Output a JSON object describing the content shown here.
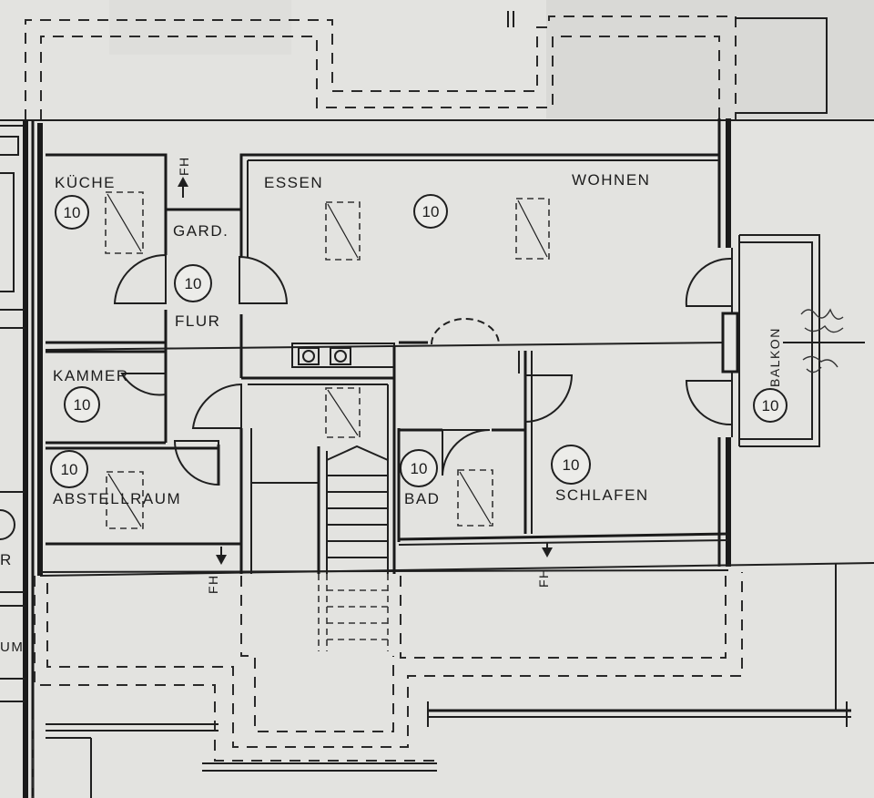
{
  "rooms": {
    "kueche": {
      "label": "KÜCHE",
      "number": "10"
    },
    "gard": {
      "label": "GARD."
    },
    "essen": {
      "label": "ESSEN"
    },
    "wohnen": {
      "label": "WOHNEN",
      "number": "10"
    },
    "flur": {
      "label": "FLUR",
      "number": "10"
    },
    "kammer": {
      "label": "KAMMER",
      "number": "10"
    },
    "abstellraum": {
      "label": "ABSTELLRAUM",
      "number": "10"
    },
    "bad": {
      "label": "BAD",
      "number": "10"
    },
    "schlafen": {
      "label": "SCHLAFEN",
      "number": "10"
    },
    "balkon": {
      "label": "BALKON",
      "number": "10"
    }
  },
  "markers": {
    "fh": "FH",
    "edge_r": "R",
    "edge_um": "UM"
  }
}
